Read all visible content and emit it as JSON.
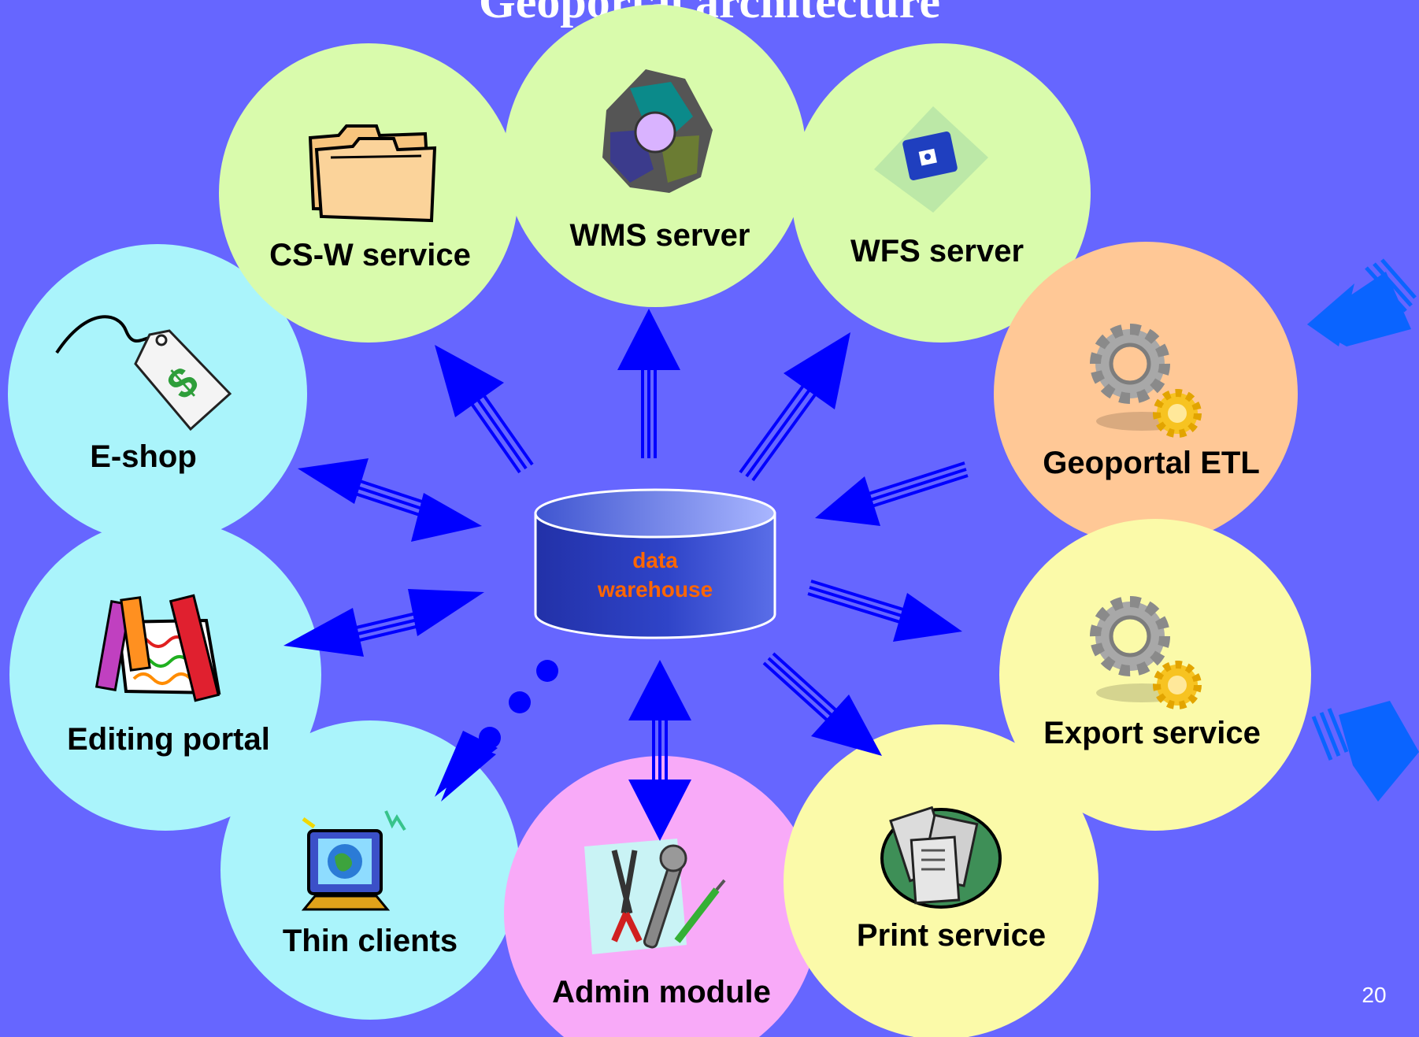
{
  "title": "Geoportal architecture",
  "center": {
    "line1": "data",
    "line2": "warehouse"
  },
  "nodes": {
    "cs_w": "CS-W service",
    "wms": "WMS server",
    "wfs": "WFS server",
    "eshop": "E-shop",
    "geoportal_etl": "Geoportal ETL",
    "editing_portal": "Editing portal",
    "export_service": "Export service",
    "thin_clients": "Thin clients",
    "admin_module": "Admin module",
    "print_service": "Print service"
  },
  "page_number": "20",
  "colors": {
    "background": "#6666ff",
    "service_green": "#d9fbac",
    "client_cyan": "#aaf4fb",
    "etl_orange": "#ffc896",
    "export_yellow": "#fbfaa9",
    "admin_pink": "#f8aaf8",
    "arrow_blue": "#0000ff",
    "side_arrow_blue": "#0a64ff",
    "center_label": "#ff6600"
  }
}
